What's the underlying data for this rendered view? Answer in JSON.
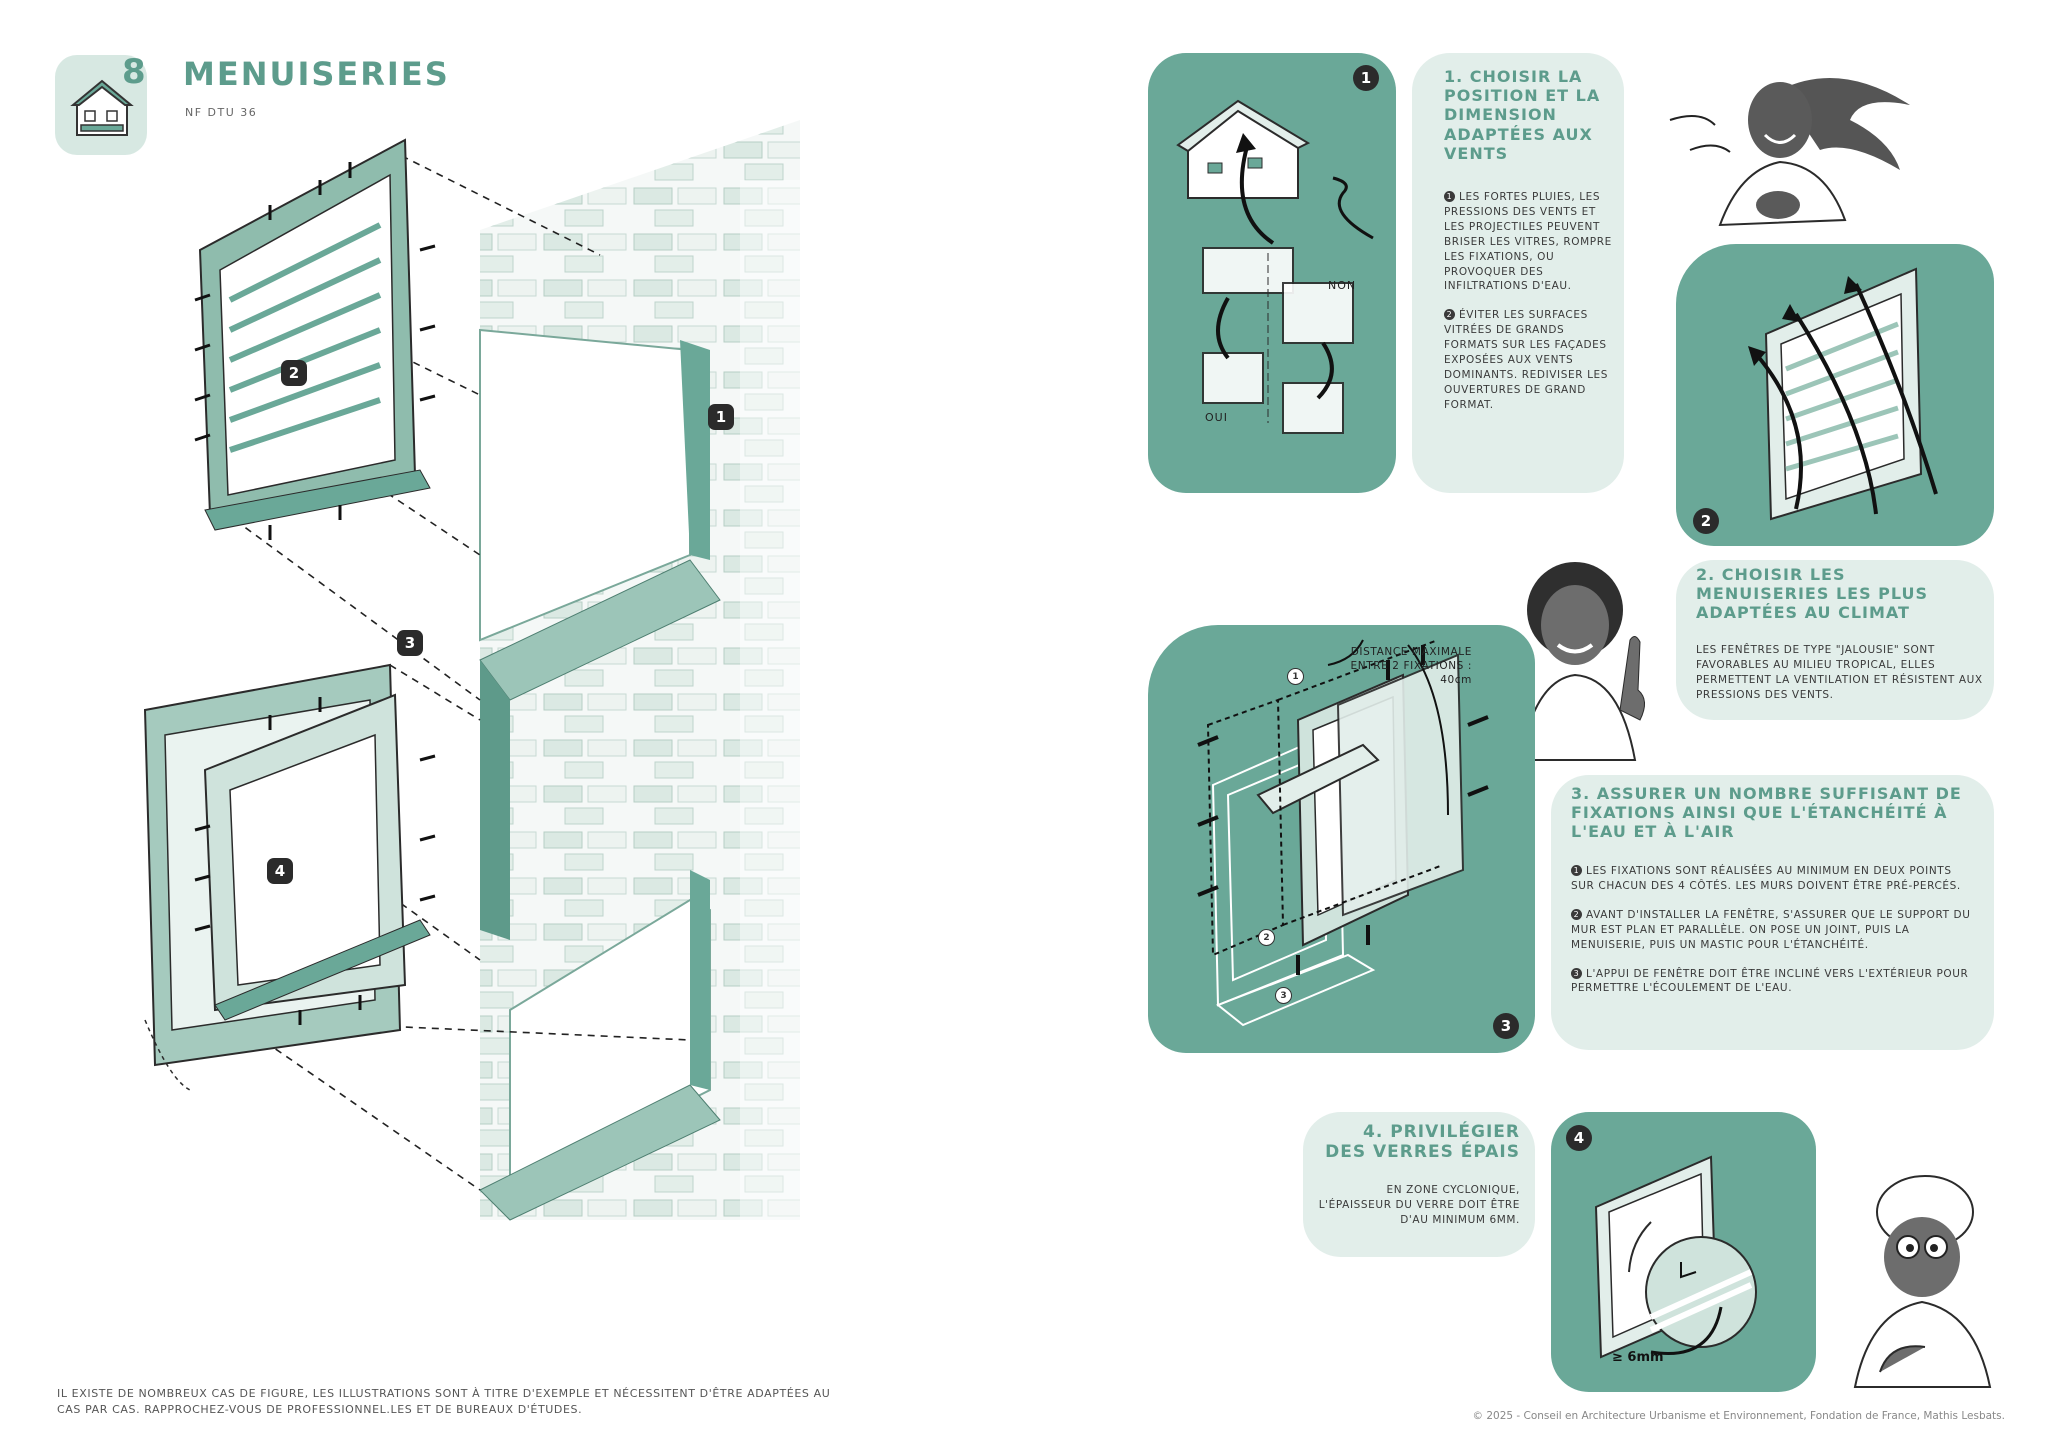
{
  "header": {
    "section_number": "8",
    "title": "MENUISERIES",
    "subtitle": "NF DTU 36",
    "icon": "house-icon"
  },
  "main_illustration": {
    "markers": [
      "1",
      "2",
      "3",
      "4"
    ]
  },
  "disclaimer": "IL EXISTE DE NOMBREUX CAS DE FIGURE, LES ILLUSTRATIONS SONT À TITRE D'EXEMPLE ET NÉCESSITENT D'ÊTRE ADAPTÉES AU CAS PAR CAS. RAPPROCHEZ-VOUS DE PROFESSIONNEL.LES ET DE BUREAUX D'ÉTUDES.",
  "step1": {
    "badge": "1",
    "title": "1. CHOISIR LA POSITION ET LA DIMENSION ADAPTÉES AUX VENTS",
    "label_non": "NON",
    "label_oui": "OUI",
    "item1_num": "1",
    "item1": "LES FORTES PLUIES, LES PRESSIONS DES VENTS ET LES PROJECTILES PEUVENT BRISER LES VITRES, ROMPRE LES FIXATIONS, OU PROVOQUER DES INFILTRATIONS D'EAU.",
    "item2_num": "2",
    "item2": "ÉVITER LES SURFACES VITRÉES DE GRANDS FORMATS SUR LES FAÇADES EXPOSÉES AUX VENTS DOMINANTS. REDIVISER LES OUVERTURES DE GRAND FORMAT."
  },
  "step2": {
    "badge": "2",
    "title": "2. CHOISIR LES MENUISERIES LES PLUS ADAPTÉES AU CLIMAT",
    "text": "LES FENÊTRES DE TYPE \"JALOUSIE\" SONT FAVORABLES AU MILIEU TROPICAL, ELLES PERMETTENT LA VENTILATION ET RÉSISTENT AUX PRESSIONS DES VENTS."
  },
  "step3": {
    "badge": "3",
    "title": "3. ASSURER UN NOMBRE SUFFISANT DE FIXATIONS AINSI QUE L'ÉTANCHÉITÉ À L'EAU ET À L'AIR",
    "distance_label": "DISTANCE MAXIMALE ENTRE 2 FIXATIONS : 40cm",
    "markers": [
      "1",
      "2",
      "3"
    ],
    "item1_num": "1",
    "item1": "LES FIXATIONS SONT RÉALISÉES AU MINIMUM EN DEUX POINTS SUR CHACUN DES 4 CÔTÉS. LES MURS DOIVENT ÊTRE PRÉ-PERCÉS.",
    "item2_num": "2",
    "item2": "AVANT D'INSTALLER LA FENÊTRE, S'ASSURER QUE LE SUPPORT DU MUR EST PLAN ET PARALLÈLE. ON POSE UN JOINT, PUIS LA MENUISERIE, PUIS UN MASTIC POUR L'ÉTANCHÉITÉ.",
    "item3_num": "3",
    "item3": "L'APPUI DE FENÊTRE DOIT ÊTRE INCLINÉ VERS L'EXTÉRIEUR POUR PERMETTRE L'ÉCOULEMENT DE L'EAU."
  },
  "step4": {
    "badge": "4",
    "title": "4. PRIVILÉGIER DES VERRES ÉPAIS",
    "text": "EN ZONE CYCLONIQUE, L'ÉPAISSEUR DU VERRE DOIT ÊTRE D'AU MINIMUM 6mm.",
    "thickness_label": "≥ 6mm"
  },
  "copyright": "© 2025 - Conseil en Architecture Urbanisme et Environnement, Fondation de France, Mathis Lesbats.",
  "colors": {
    "teal": "#6aa898",
    "pale": "#e2eeea",
    "heading": "#5d9c8c",
    "dark": "#2b2b2b"
  }
}
